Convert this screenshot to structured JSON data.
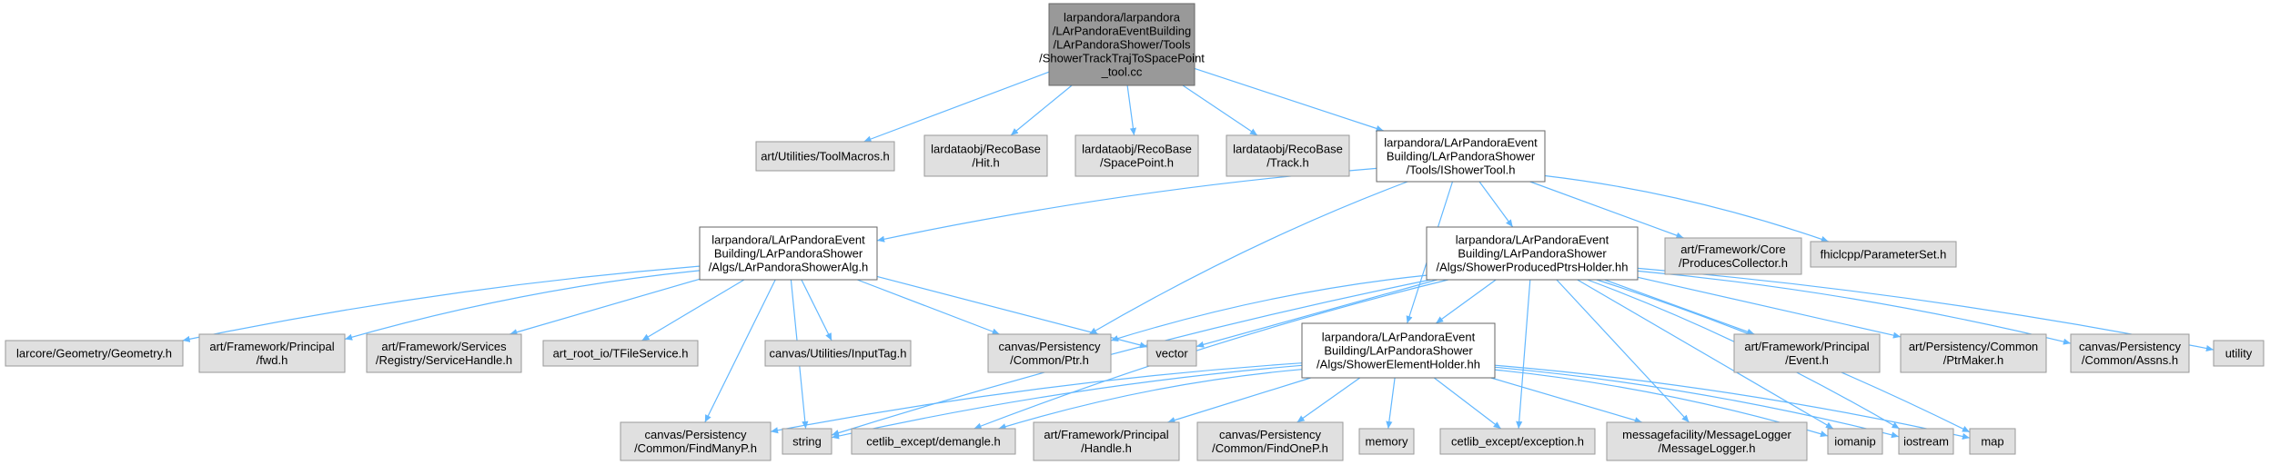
{
  "colors": {
    "edge": "#63b8ff",
    "node_fill": "#e0e0e0",
    "node_stroke": "#999999",
    "root_fill": "#999999",
    "root_stroke": "#666666",
    "white_fill": "#ffffff",
    "white_stroke": "#666666"
  },
  "nodes": [
    {
      "id": "root",
      "style": "root",
      "lines": [
        "larpandora/larpandora",
        "/LArPandoraEventBuilding",
        "/LArPandoraShower/Tools",
        "/ShowerTrackTrajToSpacePoint",
        "_tool.cc"
      ]
    },
    {
      "id": "toolmacros",
      "style": "gray",
      "lines": [
        "art/Utilities/ToolMacros.h"
      ]
    },
    {
      "id": "hit",
      "style": "gray",
      "lines": [
        "lardataobj/RecoBase",
        "/Hit.h"
      ]
    },
    {
      "id": "spacepoint",
      "style": "gray",
      "lines": [
        "lardataobj/RecoBase",
        "/SpacePoint.h"
      ]
    },
    {
      "id": "track",
      "style": "gray",
      "lines": [
        "lardataobj/RecoBase",
        "/Track.h"
      ]
    },
    {
      "id": "ishowertool",
      "style": "white",
      "lines": [
        "larpandora/LArPandoraEvent",
        "Building/LArPandoraShower",
        "/Tools/IShowerTool.h"
      ]
    },
    {
      "id": "showeralg",
      "style": "white",
      "lines": [
        "larpandora/LArPandoraEvent",
        "Building/LArPandoraShower",
        "/Algs/LArPandoraShowerAlg.h"
      ]
    },
    {
      "id": "producedptrs",
      "style": "white",
      "lines": [
        "larpandora/LArPandoraEvent",
        "Building/LArPandoraShower",
        "/Algs/ShowerProducedPtrsHolder.hh"
      ]
    },
    {
      "id": "producescollector",
      "style": "gray",
      "lines": [
        "art/Framework/Core",
        "/ProducesCollector.h"
      ]
    },
    {
      "id": "parameterset",
      "style": "gray",
      "lines": [
        "fhiclcpp/ParameterSet.h"
      ]
    },
    {
      "id": "geometry",
      "style": "gray",
      "lines": [
        "larcore/Geometry/Geometry.h"
      ]
    },
    {
      "id": "fwd",
      "style": "gray",
      "lines": [
        "art/Framework/Principal",
        "/fwd.h"
      ]
    },
    {
      "id": "servicehandle",
      "style": "gray",
      "lines": [
        "art/Framework/Services",
        "/Registry/ServiceHandle.h"
      ]
    },
    {
      "id": "tfileservice",
      "style": "gray",
      "lines": [
        "art_root_io/TFileService.h"
      ]
    },
    {
      "id": "inputtag",
      "style": "gray",
      "lines": [
        "canvas/Utilities/InputTag.h"
      ]
    },
    {
      "id": "ptr",
      "style": "gray",
      "lines": [
        "canvas/Persistency",
        "/Common/Ptr.h"
      ]
    },
    {
      "id": "vector",
      "style": "gray",
      "lines": [
        "vector"
      ]
    },
    {
      "id": "elementholder",
      "style": "white",
      "lines": [
        "larpandora/LArPandoraEvent",
        "Building/LArPandoraShower",
        "/Algs/ShowerElementHolder.hh"
      ]
    },
    {
      "id": "event",
      "style": "gray",
      "lines": [
        "art/Framework/Principal",
        "/Event.h"
      ]
    },
    {
      "id": "ptrmaker",
      "style": "gray",
      "lines": [
        "art/Persistency/Common",
        "/PtrMaker.h"
      ]
    },
    {
      "id": "assns",
      "style": "gray",
      "lines": [
        "canvas/Persistency",
        "/Common/Assns.h"
      ]
    },
    {
      "id": "utility",
      "style": "gray",
      "lines": [
        "utility"
      ]
    },
    {
      "id": "findmanyp",
      "style": "gray",
      "lines": [
        "canvas/Persistency",
        "/Common/FindManyP.h"
      ]
    },
    {
      "id": "string",
      "style": "gray",
      "lines": [
        "string"
      ]
    },
    {
      "id": "demangle",
      "style": "gray",
      "lines": [
        "cetlib_except/demangle.h"
      ]
    },
    {
      "id": "handle",
      "style": "gray",
      "lines": [
        "art/Framework/Principal",
        "/Handle.h"
      ]
    },
    {
      "id": "findonep",
      "style": "gray",
      "lines": [
        "canvas/Persistency",
        "/Common/FindOneP.h"
      ]
    },
    {
      "id": "memory",
      "style": "gray",
      "lines": [
        "memory"
      ]
    },
    {
      "id": "exception",
      "style": "gray",
      "lines": [
        "cetlib_except/exception.h"
      ]
    },
    {
      "id": "messagelogger",
      "style": "gray",
      "lines": [
        "messagefacility/MessageLogger",
        "/MessageLogger.h"
      ]
    },
    {
      "id": "iomanip",
      "style": "gray",
      "lines": [
        "iomanip"
      ]
    },
    {
      "id": "iostream",
      "style": "gray",
      "lines": [
        "iostream"
      ]
    },
    {
      "id": "map",
      "style": "gray",
      "lines": [
        "map"
      ]
    }
  ],
  "edges": [
    [
      "root",
      "toolmacros"
    ],
    [
      "root",
      "hit"
    ],
    [
      "root",
      "spacepoint"
    ],
    [
      "root",
      "track"
    ],
    [
      "root",
      "ishowertool"
    ],
    [
      "ishowertool",
      "showeralg"
    ],
    [
      "ishowertool",
      "ptr"
    ],
    [
      "ishowertool",
      "producedptrs"
    ],
    [
      "ishowertool",
      "elementholder"
    ],
    [
      "ishowertool",
      "producescollector"
    ],
    [
      "ishowertool",
      "parameterset"
    ],
    [
      "showeralg",
      "geometry"
    ],
    [
      "showeralg",
      "fwd"
    ],
    [
      "showeralg",
      "servicehandle"
    ],
    [
      "showeralg",
      "tfileservice"
    ],
    [
      "showeralg",
      "inputtag"
    ],
    [
      "showeralg",
      "ptr"
    ],
    [
      "showeralg",
      "vector"
    ],
    [
      "showeralg",
      "findmanyp"
    ],
    [
      "showeralg",
      "string"
    ],
    [
      "producedptrs",
      "ptr"
    ],
    [
      "producedptrs",
      "vector"
    ],
    [
      "producedptrs",
      "string"
    ],
    [
      "producedptrs",
      "elementholder"
    ],
    [
      "producedptrs",
      "event"
    ],
    [
      "producedptrs",
      "ptrmaker"
    ],
    [
      "producedptrs",
      "assns"
    ],
    [
      "producedptrs",
      "utility"
    ],
    [
      "producedptrs",
      "exception"
    ],
    [
      "producedptrs",
      "messagelogger"
    ],
    [
      "producedptrs",
      "iomanip"
    ],
    [
      "producedptrs",
      "iostream"
    ],
    [
      "producedptrs",
      "map"
    ],
    [
      "producedptrs",
      "demangle"
    ],
    [
      "elementholder",
      "findmanyp"
    ],
    [
      "elementholder",
      "string"
    ],
    [
      "elementholder",
      "demangle"
    ],
    [
      "elementholder",
      "handle"
    ],
    [
      "elementholder",
      "findonep"
    ],
    [
      "elementholder",
      "memory"
    ],
    [
      "elementholder",
      "exception"
    ],
    [
      "elementholder",
      "messagelogger"
    ],
    [
      "elementholder",
      "iomanip"
    ],
    [
      "elementholder",
      "iostream"
    ],
    [
      "elementholder",
      "map"
    ]
  ]
}
